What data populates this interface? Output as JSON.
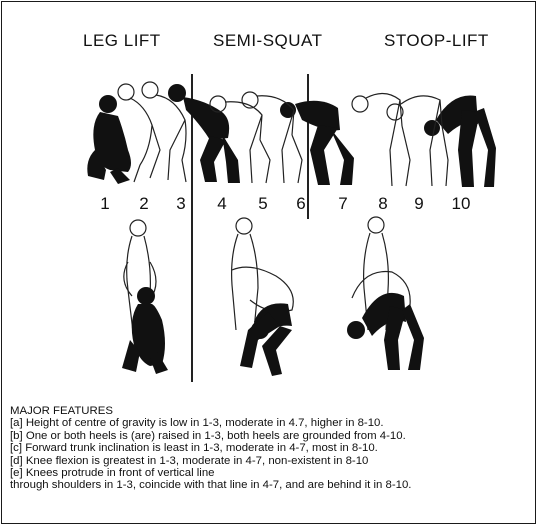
{
  "headings": [
    "LEG LIFT",
    "SEMI-SQUAT",
    "STOOP-LIFT"
  ],
  "numbers": [
    "1",
    "2",
    "3",
    "4",
    "5",
    "6",
    "7",
    "8",
    "9",
    "10"
  ],
  "features": {
    "title": "MAJOR FEATURES",
    "lines": [
      "[a] Height of centre of gravity is low in 1-3, moderate in 4.7, higher in 8-10.",
      "[b] One or both heels is (are) raised in 1-3, both heels are grounded from 4-10.",
      "[c] Forward trunk inclination is least in 1-3, moderate in 4-7, most in 8-10.",
      "[d] Knee flexion is greatest in 1-3, moderate in 4-7, non-existent in 8-10",
      "[e] Knees protrude in front of vertical line",
      " through shoulders in 1-3, coincide with that line in 4-7, and are behind it in 8-10."
    ]
  }
}
